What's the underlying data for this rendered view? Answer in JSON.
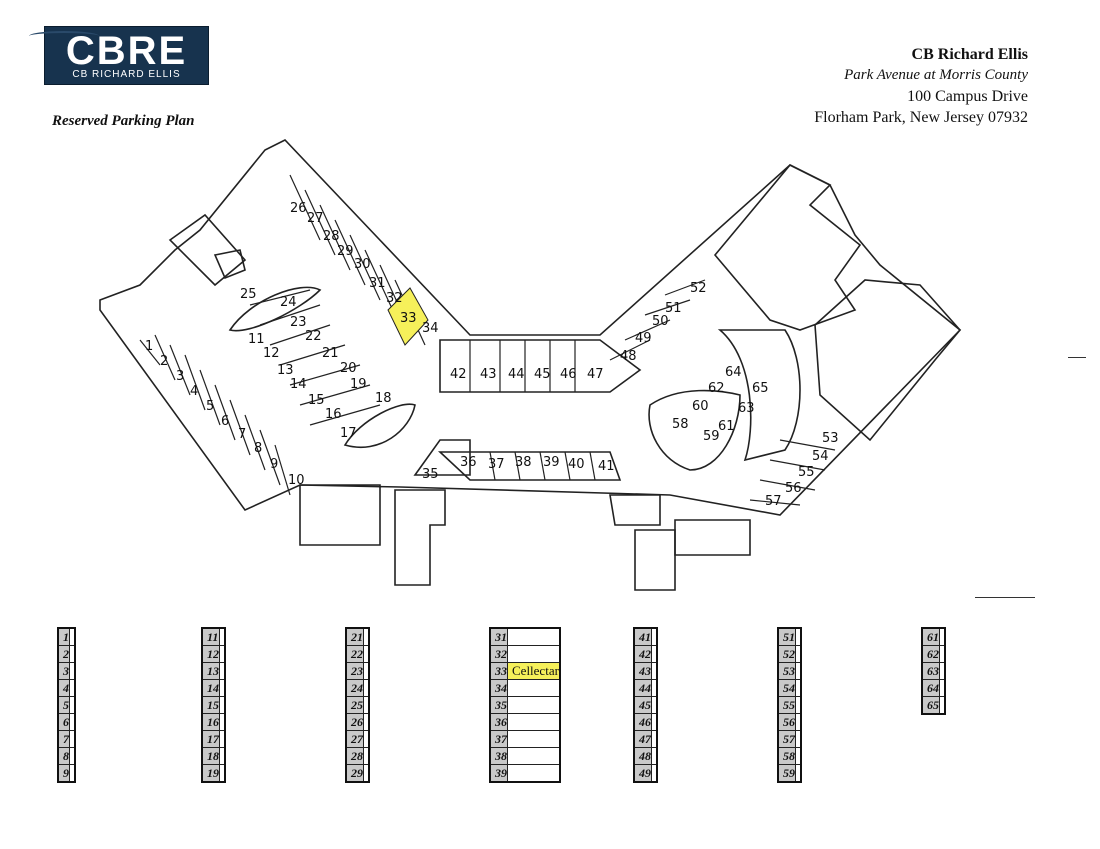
{
  "logo": {
    "main": "CBRE",
    "sub": "CB RICHARD ELLIS"
  },
  "plan_title": "Reserved Parking Plan",
  "address": {
    "company": "CB Richard Ellis",
    "property": "Park Avenue at Morris County",
    "street": "100 Campus Drive",
    "city": "Florham Park, New Jersey 07932"
  },
  "highlight_color": "#f6f05a",
  "map_labels": [
    "1",
    "2",
    "3",
    "4",
    "5",
    "6",
    "7",
    "8",
    "9",
    "10",
    "11",
    "12",
    "13",
    "14",
    "15",
    "16",
    "17",
    "18",
    "19",
    "20",
    "21",
    "22",
    "23",
    "24",
    "25",
    "26",
    "27",
    "28",
    "29",
    "30",
    "31",
    "32",
    "33",
    "34",
    "35",
    "36",
    "37",
    "38",
    "39",
    "40",
    "41",
    "42",
    "43",
    "44",
    "45",
    "46",
    "47",
    "48",
    "49",
    "50",
    "51",
    "52",
    "53",
    "54",
    "55",
    "56",
    "57",
    "58",
    "59",
    "60",
    "61",
    "62",
    "63",
    "64",
    "65"
  ],
  "highlighted_space": "33",
  "tables": [
    {
      "rows": [
        {
          "num": "1",
          "val": ""
        },
        {
          "num": "2",
          "val": ""
        },
        {
          "num": "3",
          "val": ""
        },
        {
          "num": "4",
          "val": ""
        },
        {
          "num": "5",
          "val": ""
        },
        {
          "num": "6",
          "val": ""
        },
        {
          "num": "7",
          "val": ""
        },
        {
          "num": "8",
          "val": ""
        },
        {
          "num": "9",
          "val": ""
        }
      ]
    },
    {
      "rows": [
        {
          "num": "11",
          "val": ""
        },
        {
          "num": "12",
          "val": ""
        },
        {
          "num": "13",
          "val": ""
        },
        {
          "num": "14",
          "val": ""
        },
        {
          "num": "15",
          "val": ""
        },
        {
          "num": "16",
          "val": ""
        },
        {
          "num": "17",
          "val": ""
        },
        {
          "num": "18",
          "val": ""
        },
        {
          "num": "19",
          "val": ""
        }
      ]
    },
    {
      "rows": [
        {
          "num": "21",
          "val": ""
        },
        {
          "num": "22",
          "val": ""
        },
        {
          "num": "23",
          "val": ""
        },
        {
          "num": "24",
          "val": ""
        },
        {
          "num": "25",
          "val": ""
        },
        {
          "num": "26",
          "val": ""
        },
        {
          "num": "27",
          "val": ""
        },
        {
          "num": "28",
          "val": ""
        },
        {
          "num": "29",
          "val": ""
        }
      ]
    },
    {
      "rows": [
        {
          "num": "31",
          "val": ""
        },
        {
          "num": "32",
          "val": ""
        },
        {
          "num": "33",
          "val": "Cellectar",
          "highlight": true
        },
        {
          "num": "34",
          "val": ""
        },
        {
          "num": "35",
          "val": ""
        },
        {
          "num": "36",
          "val": ""
        },
        {
          "num": "37",
          "val": ""
        },
        {
          "num": "38",
          "val": ""
        },
        {
          "num": "39",
          "val": ""
        }
      ]
    },
    {
      "rows": [
        {
          "num": "41",
          "val": ""
        },
        {
          "num": "42",
          "val": ""
        },
        {
          "num": "43",
          "val": ""
        },
        {
          "num": "44",
          "val": ""
        },
        {
          "num": "45",
          "val": ""
        },
        {
          "num": "46",
          "val": ""
        },
        {
          "num": "47",
          "val": ""
        },
        {
          "num": "48",
          "val": ""
        },
        {
          "num": "49",
          "val": ""
        }
      ]
    },
    {
      "rows": [
        {
          "num": "51",
          "val": ""
        },
        {
          "num": "52",
          "val": ""
        },
        {
          "num": "53",
          "val": ""
        },
        {
          "num": "54",
          "val": ""
        },
        {
          "num": "55",
          "val": ""
        },
        {
          "num": "56",
          "val": ""
        },
        {
          "num": "57",
          "val": ""
        },
        {
          "num": "58",
          "val": ""
        },
        {
          "num": "59",
          "val": ""
        }
      ]
    },
    {
      "rows": [
        {
          "num": "61",
          "val": ""
        },
        {
          "num": "62",
          "val": ""
        },
        {
          "num": "63",
          "val": ""
        },
        {
          "num": "64",
          "val": ""
        },
        {
          "num": "65",
          "val": ""
        }
      ]
    }
  ]
}
